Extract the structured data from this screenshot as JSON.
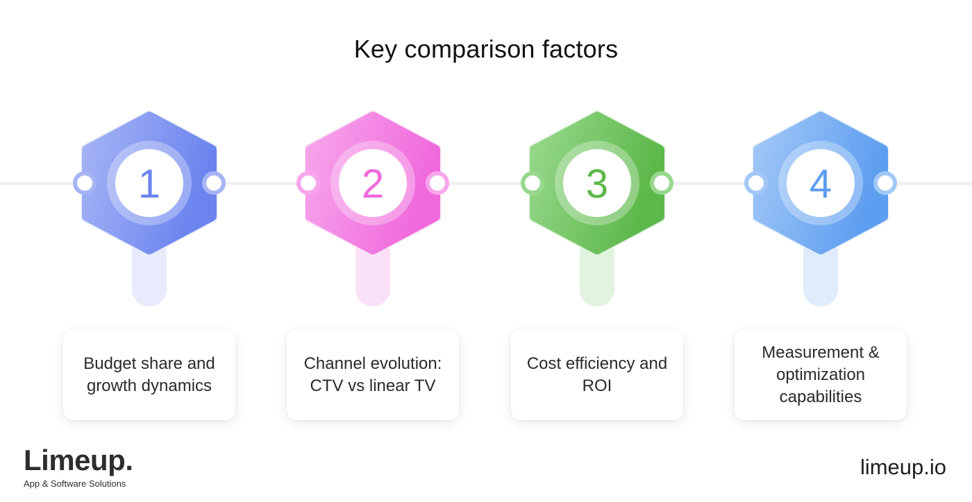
{
  "title": "Key comparison factors",
  "steps": [
    {
      "number": "1",
      "label": "Budget share and growth dynamics",
      "color": "#6b84ee",
      "light": "#a6b4f5",
      "pale": "#e7ebfb"
    },
    {
      "number": "2",
      "label": "Channel evolution: CTV vs linear TV",
      "color": "#f069dc",
      "light": "#f7a6ec",
      "pale": "#fbe1f7"
    },
    {
      "number": "3",
      "label": "Cost efficiency and ROI",
      "color": "#5cb84a",
      "light": "#98d88c",
      "pale": "#e2f3df"
    },
    {
      "number": "4",
      "label": "Measurement & optimization capabilities",
      "color": "#5e9ef0",
      "light": "#a2c8f7",
      "pale": "#e0ecfb"
    }
  ],
  "brand": {
    "name": "Limeup.",
    "tagline": "App & Software Solutions",
    "url": "limeup.io"
  }
}
